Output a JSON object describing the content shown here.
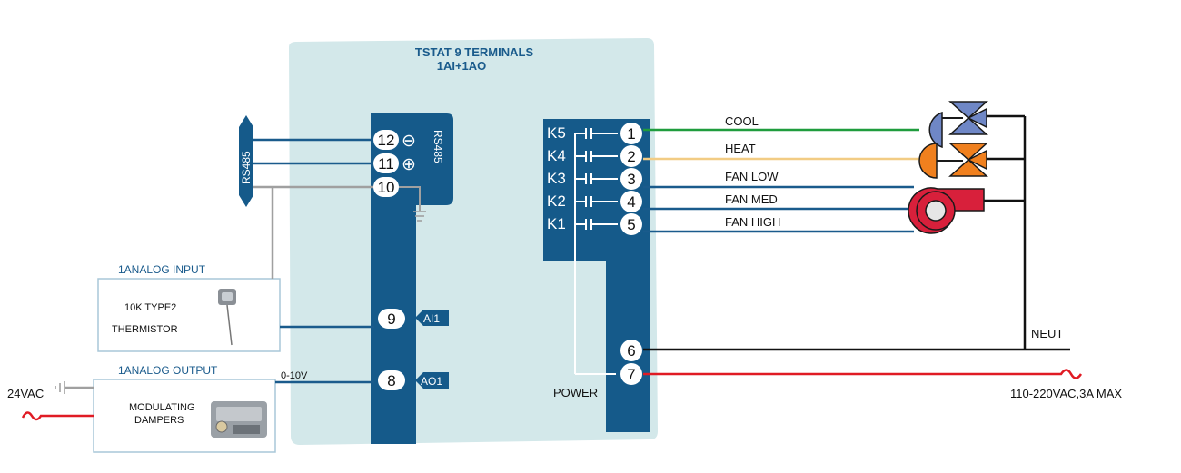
{
  "header": {
    "title": "TSTAT 9 TERMINALS",
    "subtitle": "1AI+1AO"
  },
  "rs485": {
    "bus_label": "RS485",
    "port_label": "RS485",
    "minus": "⊖",
    "plus": "⊕"
  },
  "left_terminals": {
    "t12": "12",
    "t11": "11",
    "t10": "10",
    "t9": "9",
    "t8": "8"
  },
  "analog_tags": {
    "ai": "AI1",
    "ao": "AO1"
  },
  "analog_input": {
    "title": "1ANALOG INPUT",
    "line1": "10K TYPE2",
    "line2": "THERMISTOR"
  },
  "analog_output": {
    "title": "1ANALOG OUTPUT",
    "line1": "MODULATING",
    "line2": "DAMPERS",
    "signal": "0-10V"
  },
  "supply_left": "24VAC",
  "relays": {
    "k5": "K5",
    "k4": "K4",
    "k3": "K3",
    "k2": "K2",
    "k1": "K1",
    "t1": "1",
    "t2": "2",
    "t3": "3",
    "t4": "4",
    "t5": "5",
    "t6": "6",
    "t7": "7",
    "power": "POWER"
  },
  "outputs": {
    "cool": "COOL",
    "heat": "HEAT",
    "fan_low": "FAN LOW",
    "fan_med": "FAN MED",
    "fan_high": "FAN HIGH",
    "neut": "NEUT",
    "supply": "110-220VAC,3A MAX"
  },
  "colors": {
    "panel": "#d3e8ea",
    "module": "#155a8a",
    "cool_wire": "#1f9c3d",
    "heat_wire": "#f2cc84",
    "blue_wire": "#1a5b8c",
    "gray_wire": "#a0a0a0",
    "red_wire": "#e01b24",
    "valve_blue": "#6f87c6",
    "valve_orange": "#f0801e",
    "fan_red": "#d8203b"
  }
}
